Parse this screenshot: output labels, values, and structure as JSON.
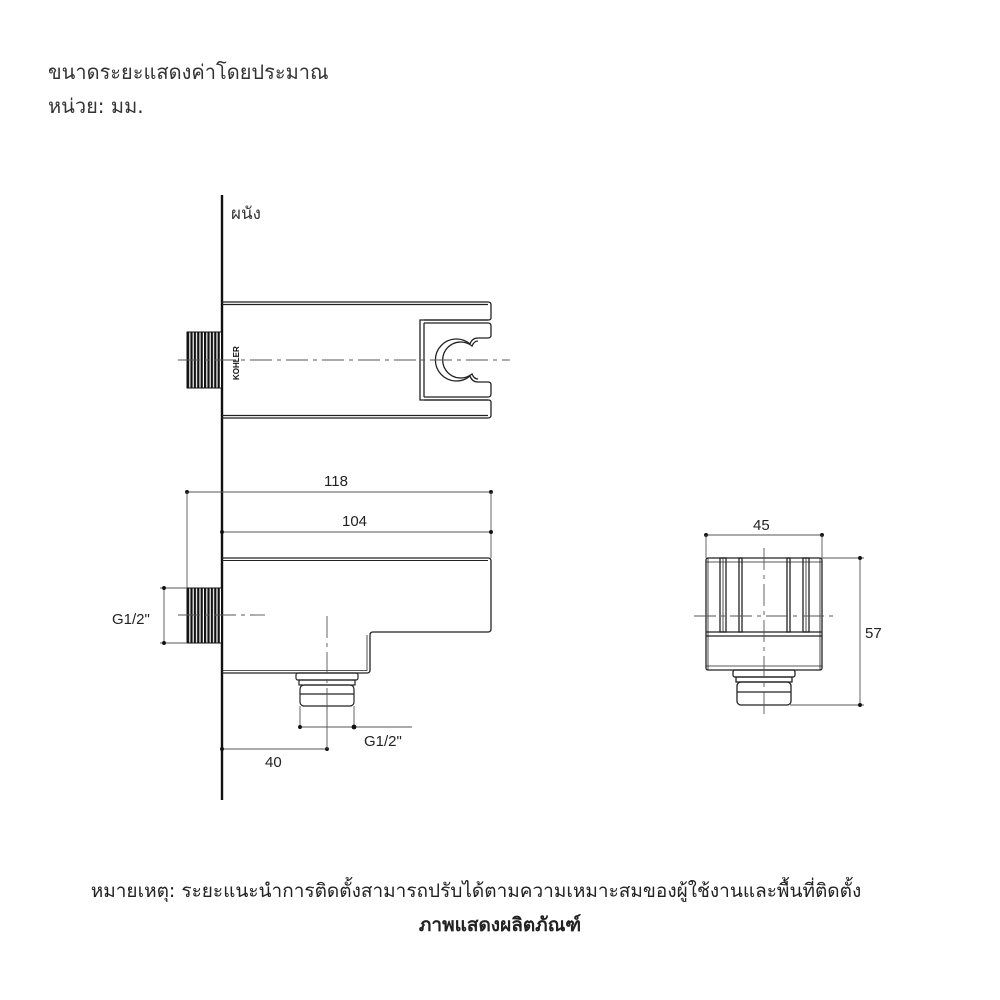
{
  "header": {
    "line1": "ขนาดระยะแสดงค่าโดยประมาณ",
    "line2": "หน่วย: มม."
  },
  "drawing": {
    "wall_label": "ผนัง",
    "brand_mark": "KOHLER",
    "top_view": {
      "description": "Top view of wall outlet with hand-shower holder bracket"
    },
    "side_view": {
      "dim_overall_length": "118",
      "dim_body_length": "104",
      "dim_inlet_thread": "G1/2\"",
      "dim_outlet_thread": "G1/2\"",
      "dim_outlet_offset": "40"
    },
    "front_view": {
      "dim_width": "45",
      "dim_height": "57"
    }
  },
  "footer": {
    "note": "หมายเหตุ: ระยะแนะนำการติดตั้งสามารถปรับได้ตามความเหมาะสมของผู้ใช้งานและพื้นที่ติดตั้ง",
    "caption": "ภาพแสดงผลิตภัณฑ์"
  },
  "colors": {
    "line": "#222222",
    "dim_line": "#555555",
    "background": "#ffffff"
  }
}
